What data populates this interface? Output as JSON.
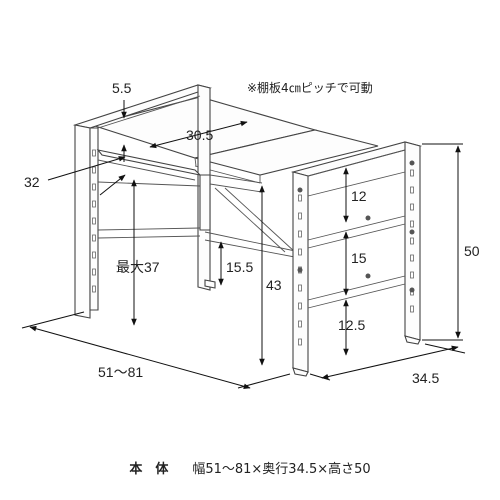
{
  "note": "※棚板4㎝ピッチで可動",
  "dimensions": {
    "top_offset": "5.5",
    "shelf_width": "30.5",
    "left_depth": "32",
    "max_height": "最大37",
    "shelf_gap_mid": "15.5",
    "inner_height": "43",
    "gap_top": "12",
    "gap_middle": "15",
    "gap_bottom": "12.5",
    "total_height": "50",
    "width_range": "51〜81",
    "depth": "34.5"
  },
  "caption": {
    "label": "本　体",
    "text": "幅51〜81×奥行34.5×高さ50"
  }
}
